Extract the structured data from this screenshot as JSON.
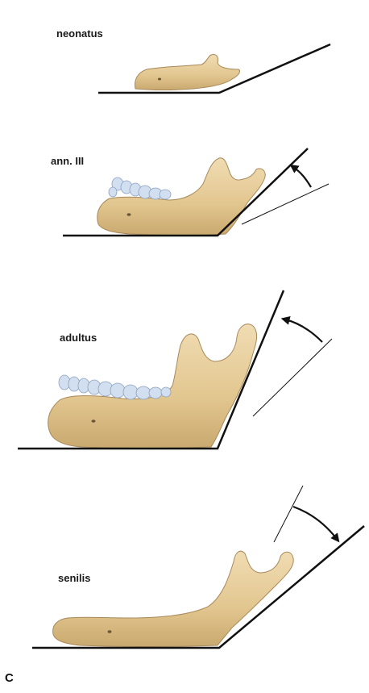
{
  "figure": {
    "panel_letter": "C",
    "stages": [
      {
        "label": "neonatus"
      },
      {
        "label": "ann. III"
      },
      {
        "label": "adultus"
      },
      {
        "label": "senilis"
      }
    ]
  },
  "colors": {
    "bone": "#e6cd9c",
    "bone_shadow": "#c9a96f",
    "bone_outline": "#a8895a",
    "teeth": "#cfdced",
    "teeth_outline": "#8aa1bf",
    "lines": "#111111"
  }
}
